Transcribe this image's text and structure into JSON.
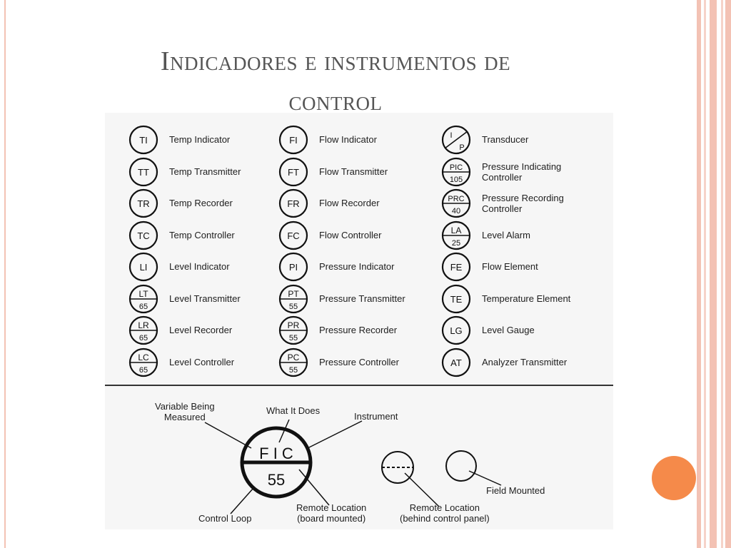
{
  "slide": {
    "title_line1": "Indicadores e instrumentos de",
    "title_line2": "control",
    "colors": {
      "title": "#555555",
      "accent_circle": "#f58a4a",
      "stripe": "#f3c2b4"
    }
  },
  "legend": {
    "col1": [
      {
        "tag": "TI",
        "num": "",
        "label": "Temp Indicator"
      },
      {
        "tag": "TT",
        "num": "",
        "label": "Temp Transmitter"
      },
      {
        "tag": "TR",
        "num": "",
        "label": "Temp Recorder"
      },
      {
        "tag": "TC",
        "num": "",
        "label": "Temp Controller"
      },
      {
        "tag": "LI",
        "num": "",
        "label": "Level Indicator"
      },
      {
        "tag": "LT",
        "num": "65",
        "label": "Level Transmitter"
      },
      {
        "tag": "LR",
        "num": "65",
        "label": "Level Recorder"
      },
      {
        "tag": "LC",
        "num": "65",
        "label": "Level Controller"
      }
    ],
    "col2": [
      {
        "tag": "FI",
        "num": "",
        "label": "Flow Indicator"
      },
      {
        "tag": "FT",
        "num": "",
        "label": "Flow Transmitter"
      },
      {
        "tag": "FR",
        "num": "",
        "label": "Flow Recorder"
      },
      {
        "tag": "FC",
        "num": "",
        "label": "Flow Controller"
      },
      {
        "tag": "PI",
        "num": "",
        "label": "Pressure Indicator"
      },
      {
        "tag": "PT",
        "num": "55",
        "label": "Pressure Transmitter"
      },
      {
        "tag": "PR",
        "num": "55",
        "label": "Pressure Recorder"
      },
      {
        "tag": "PC",
        "num": "55",
        "label": "Pressure Controller"
      }
    ],
    "col3": [
      {
        "tag": "I",
        "num": "P",
        "label": "Transducer",
        "label2": "",
        "diag": true
      },
      {
        "tag": "PIC",
        "num": "105",
        "label": "Pressure Indicating",
        "label2": "Controller"
      },
      {
        "tag": "PRC",
        "num": "40",
        "label": "Pressure Recording",
        "label2": "Controller"
      },
      {
        "tag": "LA",
        "num": "25",
        "label": "Level Alarm",
        "label2": ""
      },
      {
        "tag": "FE",
        "num": "",
        "label": "Flow Element",
        "label2": ""
      },
      {
        "tag": "TE",
        "num": "",
        "label": "Temperature Element",
        "label2": ""
      },
      {
        "tag": "LG",
        "num": "",
        "label": "Level Gauge",
        "label2": ""
      },
      {
        "tag": "AT",
        "num": "",
        "label": "Analyzer Transmitter",
        "label2": ""
      }
    ]
  },
  "diagram": {
    "main_tag": "F I C",
    "main_num": "55",
    "callout_variable_1": "Variable Being",
    "callout_variable_2": "Measured",
    "callout_what": "What It Does",
    "callout_instrument": "Instrument",
    "callout_loop": "Control Loop",
    "callout_board_1": "Remote Location",
    "callout_board_2": "(board mounted)",
    "callout_panel_1": "Remote Location",
    "callout_panel_2": "(behind control panel)",
    "callout_field": "Field Mounted"
  }
}
